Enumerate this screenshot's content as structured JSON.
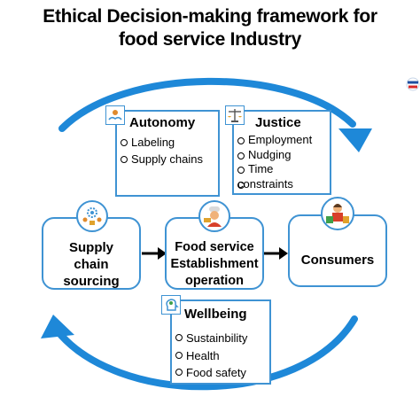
{
  "title_line1": "Ethical Decision-making framework for",
  "title_line2": "food service Industry",
  "autonomy": {
    "title": "Autonomy",
    "items": [
      "Labeling",
      "Supply chains"
    ]
  },
  "justice": {
    "title": "Justice",
    "items": [
      "Employment",
      "Nudging",
      "Time",
      "constraints"
    ]
  },
  "wellbeing": {
    "title": "Wellbeing",
    "items": [
      "Sustainbility",
      "Health",
      "Food safety"
    ]
  },
  "nodes": {
    "supply": [
      "Supply",
      "chain",
      "sourcing"
    ],
    "establishment": [
      "Food service",
      "Establishment",
      "operation"
    ],
    "consumers": [
      "Consumers"
    ]
  },
  "colors": {
    "accent": "#3f93d3",
    "arrow": "#1e88d8"
  },
  "icons": [
    "hands-icon",
    "scales-icon",
    "gears-people-icon",
    "chef-icon",
    "consumer-icon",
    "head-icon",
    "logo-icon"
  ]
}
